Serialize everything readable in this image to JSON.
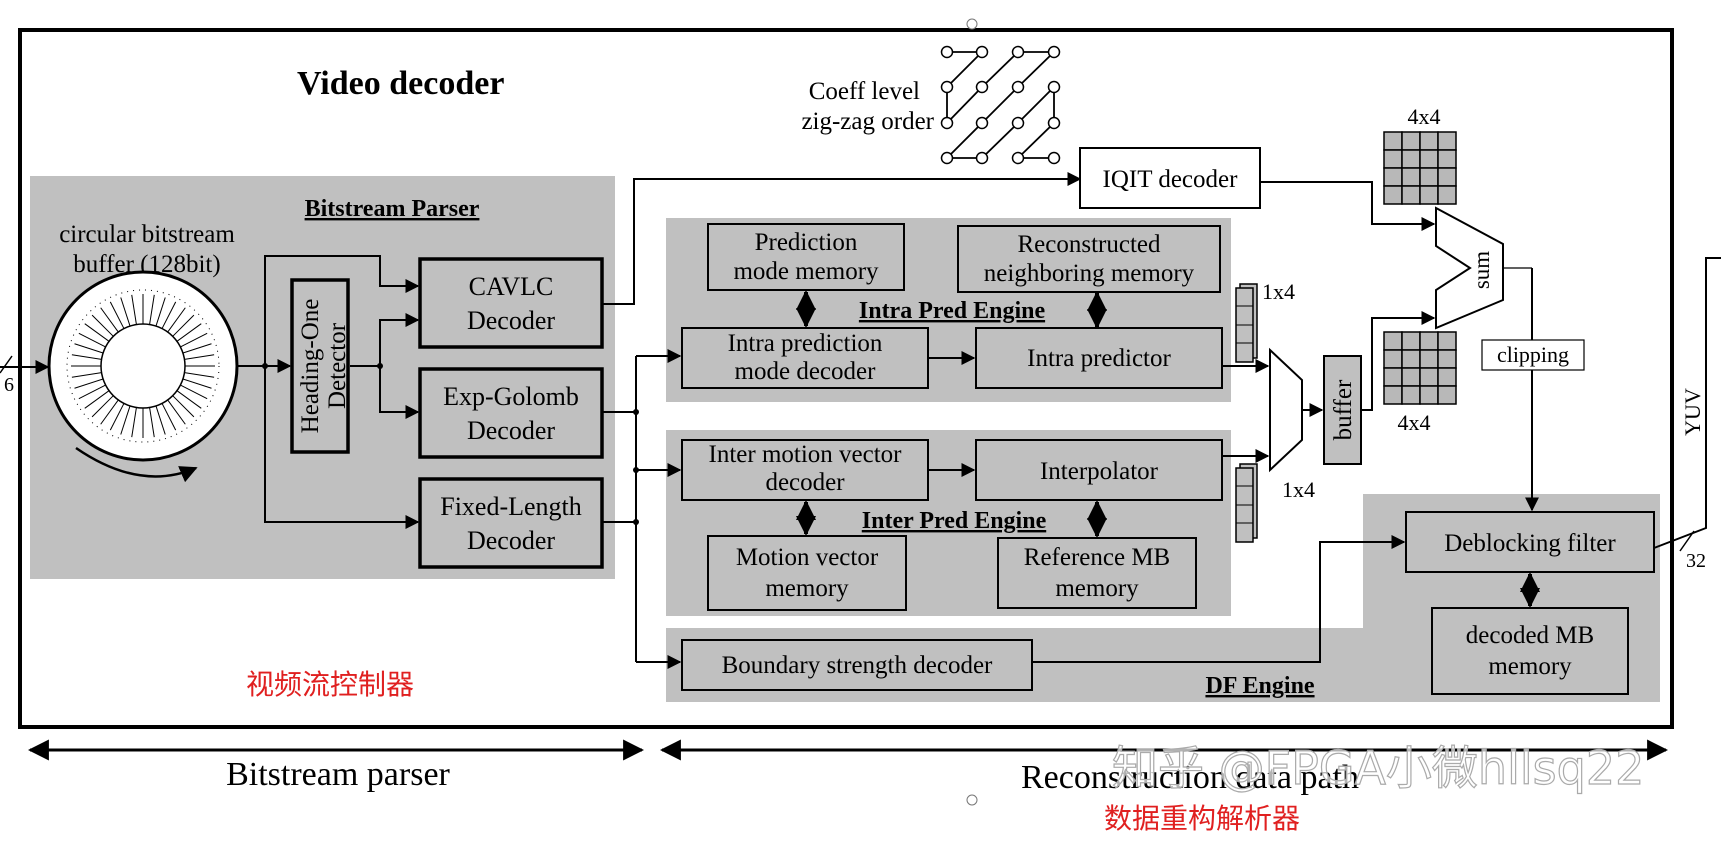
{
  "title": "Video decoder",
  "regions": {
    "bitstream_parser_region": "Bitstream Parser",
    "intra_engine": "Intra Pred Engine",
    "inter_engine": "Inter Pred Engine",
    "df_engine": "DF Engine"
  },
  "blocks": {
    "circular_buffer_line1": "circular bitstream",
    "circular_buffer_line2": "buffer (128bit)",
    "heading_one_line1": "Heading-One",
    "heading_one_line2": "Detector",
    "cavlc_line1": "CAVLC",
    "cavlc_line2": "Decoder",
    "expgolomb_line1": "Exp-Golomb",
    "expgolomb_line2": "Decoder",
    "fixedlength_line1": "Fixed-Length",
    "fixedlength_line2": "Decoder",
    "pred_mode_mem_line1": "Prediction",
    "pred_mode_mem_line2": "mode memory",
    "recon_neighbor_line1": "Reconstructed",
    "recon_neighbor_line2": "neighboring memory",
    "intra_mode_dec_line1": "Intra prediction",
    "intra_mode_dec_line2": "mode decoder",
    "intra_predictor": "Intra predictor",
    "inter_mv_dec_line1": "Inter motion vector",
    "inter_mv_dec_line2": "decoder",
    "interpolator": "Interpolator",
    "mv_mem_line1": "Motion vector",
    "mv_mem_line2": "memory",
    "ref_mb_line1": "Reference MB",
    "ref_mb_line2": "memory",
    "boundary_strength": "Boundary strength decoder",
    "iqit": "IQIT decoder",
    "buffer": "buffer",
    "sum": "sum",
    "clipping": "clipping",
    "deblocking": "Deblocking filter",
    "decoded_mb_line1": "decoded MB",
    "decoded_mb_line2": "memory"
  },
  "labels": {
    "coeff_line1": "Coeff level",
    "coeff_line2": "zig-zag order",
    "grid_top": "4x4",
    "grid_bottom": "4x4",
    "col_top": "1x4",
    "col_bottom": "1x4",
    "yuv": "YUV",
    "bus_in": "6",
    "bus_out": "32"
  },
  "annotations": {
    "cn_controller": "视频流控制器",
    "cn_datapath": "数据重构解析器",
    "watermark": "知乎 @FPGA小微hllsq22"
  },
  "footer": {
    "left": "Bitstream parser",
    "right": "Reconstruction data path"
  },
  "colors": {
    "region_fill": "#c0c0c0",
    "annotation_red": "#e02020",
    "line": "#000000"
  }
}
